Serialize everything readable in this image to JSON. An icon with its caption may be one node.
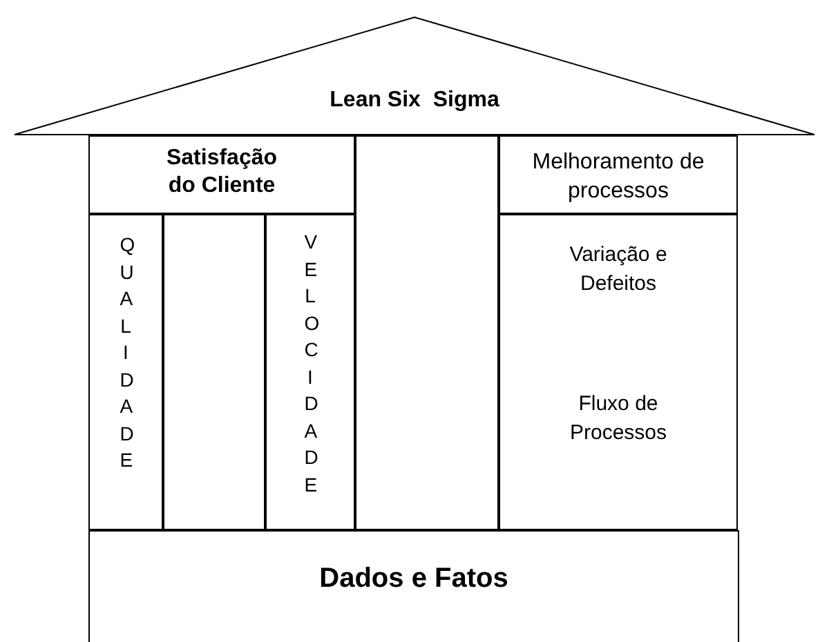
{
  "diagram": {
    "nodes": [
      {
        "text": [
          "Lean Six  Sigma"
        ]
      },
      {
        "text": [
          "Satisfação do Cliente"
        ]
      },
      {
        "text": [
          "Melhoramento de processos"
        ]
      },
      {
        "text": [
          "QUALIDADE"
        ]
      },
      {
        "text": [],
        "shape": "box"
      },
      {
        "text": [
          "VELOCIDADE"
        ]
      },
      {
        "text": [],
        "shape": "box"
      },
      {
        "text": [
          "Variação e Defeitos",
          "Fluxo de Processos"
        ]
      },
      {
        "text": [
          "Dados e Fatos"
        ]
      }
    ],
    "edges": []
  }
}
